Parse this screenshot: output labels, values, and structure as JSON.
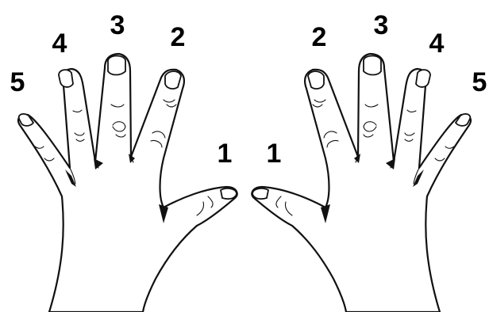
{
  "left_hand": {
    "labels": [
      "5",
      "4",
      "3",
      "2",
      "1"
    ]
  },
  "right_hand": {
    "labels": [
      "1",
      "2",
      "3",
      "4",
      "5"
    ]
  }
}
